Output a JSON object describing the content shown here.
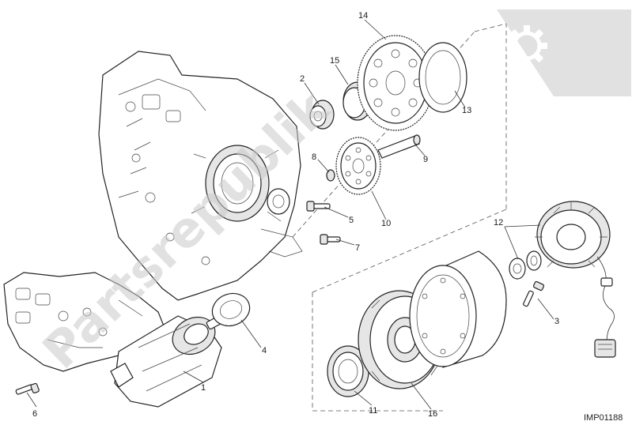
{
  "diagram": {
    "reference_code": "IMP01188",
    "callouts": [
      "1",
      "2",
      "3",
      "4",
      "5",
      "6",
      "7",
      "8",
      "9",
      "10",
      "11",
      "12",
      "13",
      "14",
      "15",
      "16"
    ]
  },
  "watermark": {
    "text": "Partsrepublik",
    "icon": "gear-icon",
    "color": "#c9c9c9"
  }
}
